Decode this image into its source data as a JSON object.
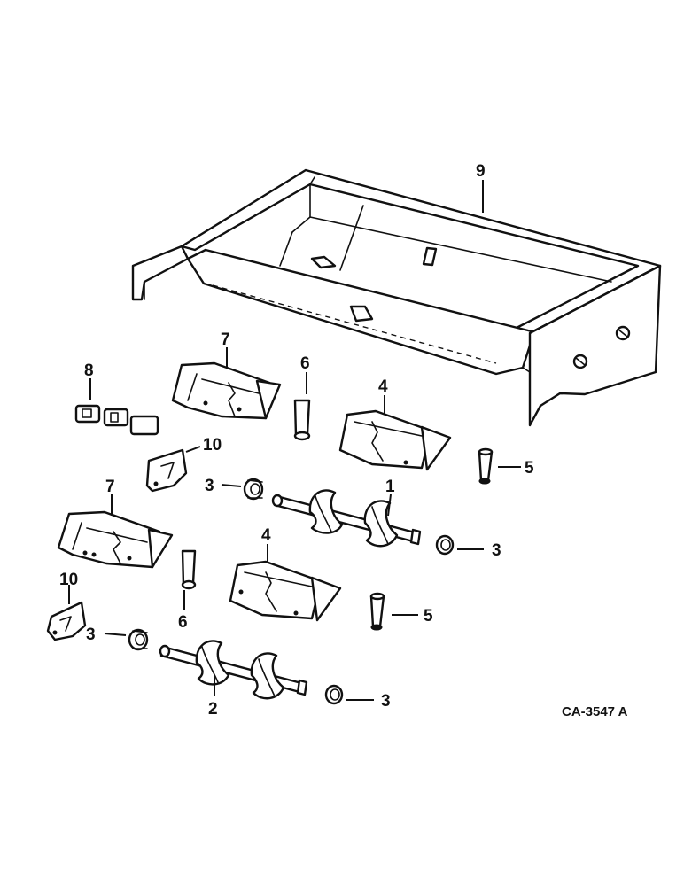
{
  "diagram": {
    "reference_code": "CA-3547 A",
    "callouts": {
      "hopper": "9",
      "upper_cover": "4",
      "lower_cover": "4",
      "upper_rear_cover": "7",
      "lower_rear_cover": "7",
      "clip_set": "8",
      "upper_bracket_small": "6",
      "lower_bracket_small": "6",
      "upper_pin": "5",
      "lower_pin": "5",
      "upper_auger": "1",
      "lower_auger": "2",
      "upper_bearing_left": "3",
      "upper_bearing_right": "3",
      "lower_bearing_left": "3",
      "lower_bearing_right": "3",
      "upper_plate": "10",
      "lower_plate": "10"
    }
  }
}
